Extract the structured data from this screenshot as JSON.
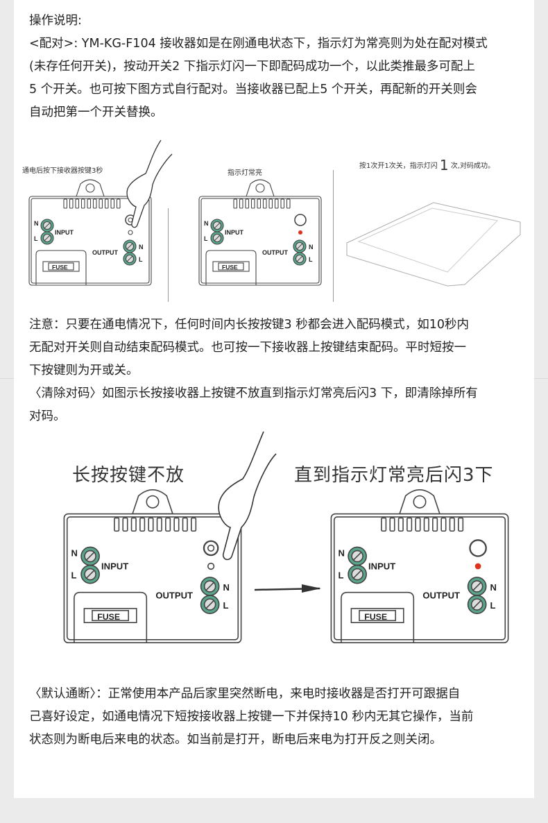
{
  "intro": {
    "heading": "操作说明:",
    "lines": [
      "<配对>: YM-KG-F104 接收器如是在刚通电状态下，指示灯为常亮则为处在配对模式",
      "(未存任何开关)，按动开关2 下指示灯闪一下即配码成功一个，以此类推最多可配上",
      "5 个开关。也可按下图方式自行配对。当接收器已配上5 个开关，再配新的开关则会",
      "自动把第一个开关替换。"
    ]
  },
  "pairing_diagram": {
    "step1_caption": "通电后按下接收器按键3秒",
    "step2_caption": "指示灯常亮",
    "step3_caption_a": "按1次开1次关，指示灯闪",
    "step3_caption_num": "1",
    "step3_caption_b": "次,对码成功。"
  },
  "receiver_labels": {
    "n": "N",
    "l": "L",
    "input": "INPUT",
    "output": "OUTPUT",
    "fuse": "FUSE"
  },
  "note": {
    "lines": [
      "注意：只要在通电情况下，任何时间内长按按键3 秒都会进入配码模式，如10秒内",
      "无配对开关则自动结束配码模式。也可按一下接收器上按键结束配码。平时短按一",
      "下按键则为开或关。",
      "〈清除对码〉如图示长按接收器上按键不放直到指示灯常亮后闪3 下，即清除掉所有",
      "对码。"
    ]
  },
  "clear_diagram": {
    "left_label": "长按按键不放",
    "right_label": "直到指示灯常亮后闪3下"
  },
  "default_state": {
    "lines": [
      "〈默认通断〉：正常使用本产品后家里突然断电，来电时接收器是否打开可跟据自",
      "己喜好设定，如通电情况下短按接收器上按键一下并保持10 秒内无其它操作，当前",
      "状态则为断电后来电的状态。如当前是打开，断电后来电为打开反之则关闭。"
    ]
  },
  "colors": {
    "terminal": "#5aa58a",
    "led": "#e0301e",
    "text": "#222222",
    "background": "#ebebeb"
  }
}
